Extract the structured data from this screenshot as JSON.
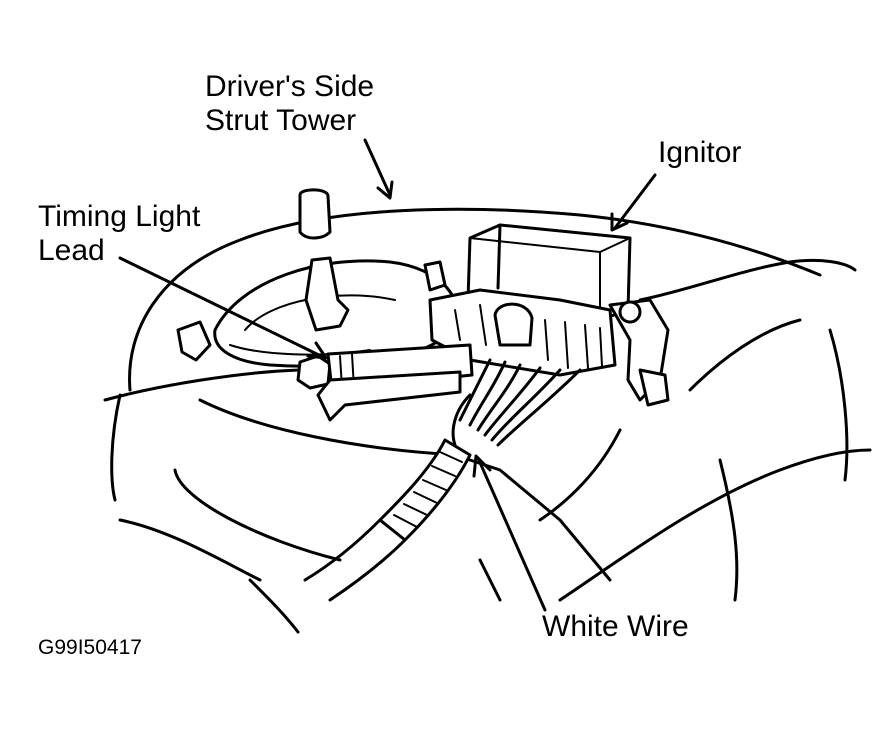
{
  "labels": {
    "strut_tower_line1": "Driver's Side",
    "strut_tower_line2": "Strut Tower",
    "ignitor": "Ignitor",
    "timing_light_line1": "Timing Light",
    "timing_light_line2": "Lead",
    "white_wire": "White Wire"
  },
  "figure_code": "G99I50417"
}
